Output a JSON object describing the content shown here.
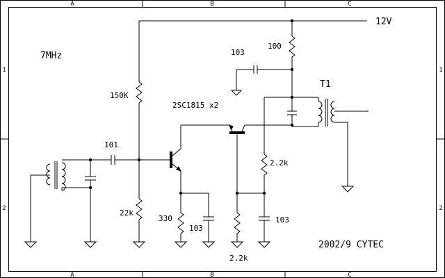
{
  "frame": {
    "zones_top": [
      "A",
      "B",
      "C"
    ],
    "zones_bottom": [
      "A",
      "B",
      "C"
    ],
    "rows_left": [
      "1",
      "2"
    ],
    "rows_right": [
      "1",
      "2"
    ]
  },
  "texts": {
    "frequency": "7MHz",
    "supply": "12V",
    "transistors": "2SC1815 x2",
    "transformer": "T1",
    "footer": "2002/9 CYTEC"
  },
  "components": {
    "r_top": "100",
    "c_decouple": "103",
    "r_bias_top": "150K",
    "c_coupling": "101",
    "r_bias_bottom": "22k",
    "r_emitter": "330",
    "c_emitter": "103",
    "r_collector": "2.2k",
    "r_emitter2": "2.2k",
    "c_bypass": "103"
  }
}
